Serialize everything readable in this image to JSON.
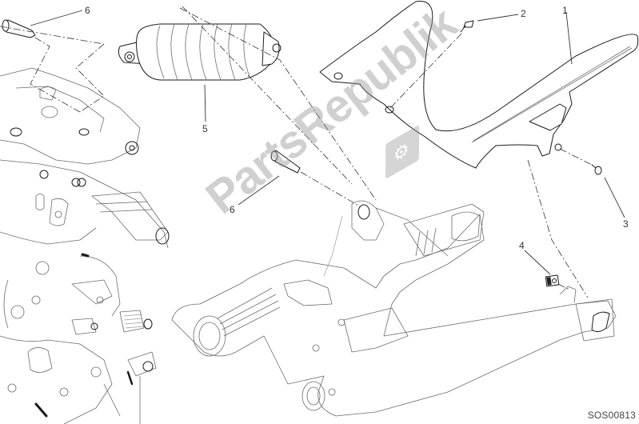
{
  "diagram": {
    "type": "exploded parts diagram",
    "subject": "rear suspension / swingarm assembly",
    "drawing_code": "SOS00813",
    "watermark": "PartsRepublik",
    "callouts": [
      {
        "id": "1",
        "label": "1",
        "part": "chain guard"
      },
      {
        "id": "2",
        "label": "2",
        "part": "screw (chain guard top)"
      },
      {
        "id": "3",
        "label": "3",
        "part": "screw (chain guard rear)"
      },
      {
        "id": "4",
        "label": "4",
        "part": "clip nut"
      },
      {
        "id": "5",
        "label": "5",
        "part": "rear shock absorber"
      },
      {
        "id": "6a",
        "label": "6",
        "part": "bolt (upper shock mount)"
      },
      {
        "id": "6b",
        "label": "6",
        "part": "bolt (lower shock mount)"
      }
    ],
    "colors": {
      "line": "#1a1a1a",
      "background": "#ffffff",
      "watermark": "#969696"
    }
  }
}
